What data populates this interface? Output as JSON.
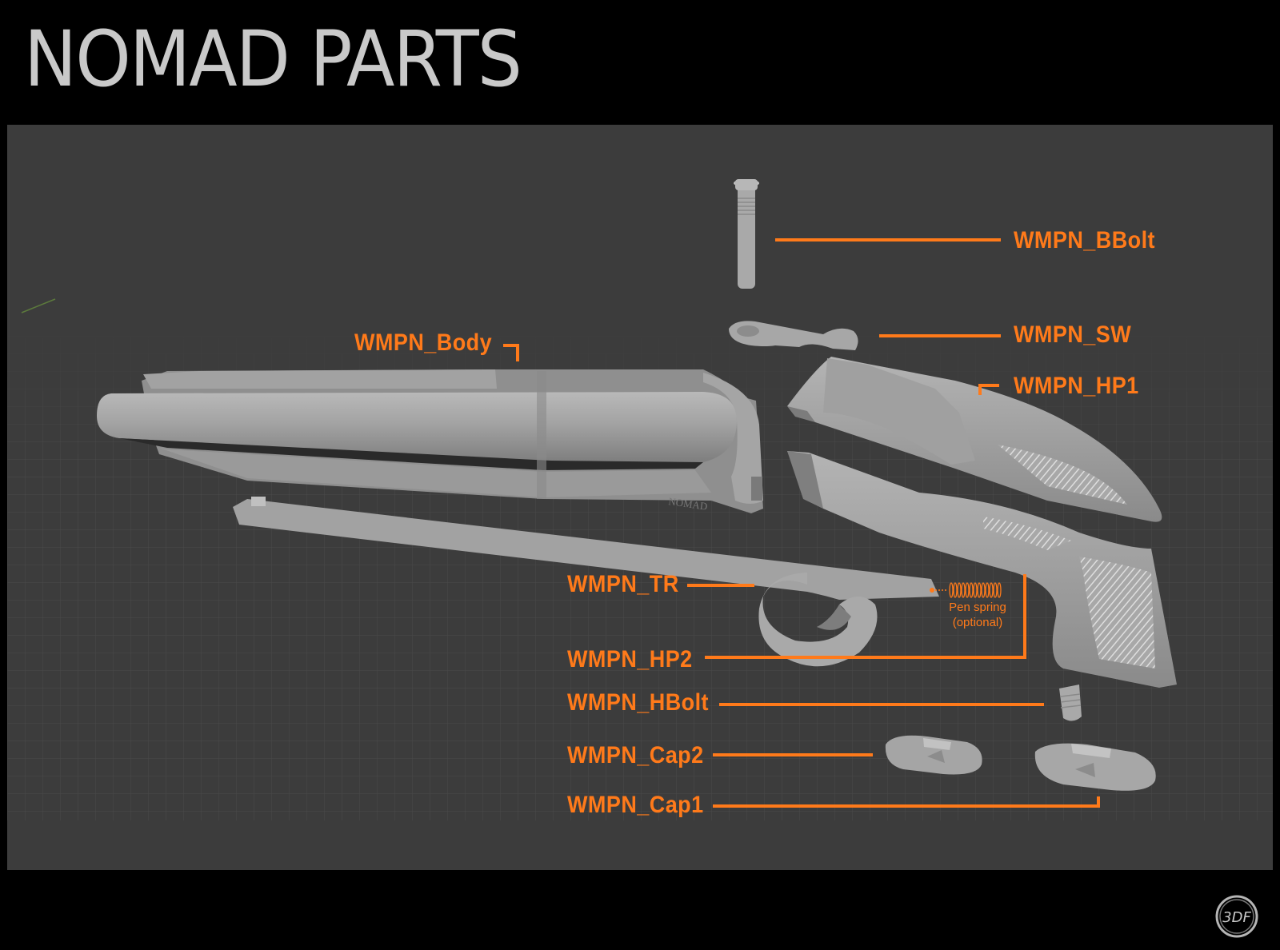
{
  "title": "NOMAD PARTS",
  "accent_color": "#ff7a1a",
  "engraving": "NOMAD",
  "labels": {
    "bbolt": "WMPN_BBolt",
    "sw": "WMPN_SW",
    "body": "WMPN_Body",
    "hp1": "WMPN_HP1",
    "tr": "WMPN_TR",
    "hp2": "WMPN_HP2",
    "hbolt": "WMPN_HBolt",
    "cap2": "WMPN_Cap2",
    "cap1": "WMPN_Cap1"
  },
  "spring_note": {
    "line1": "Pen spring",
    "line2": "(optional)"
  },
  "logo_text": "3DF"
}
